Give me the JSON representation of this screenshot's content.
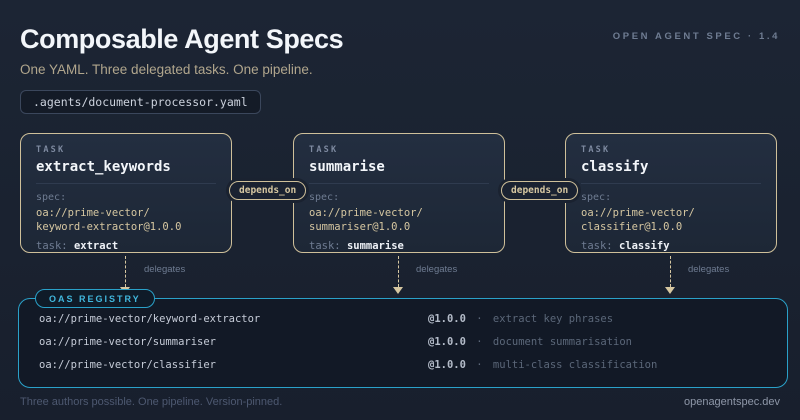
{
  "header": {
    "title": "Composable Agent Specs",
    "subtitle": "One YAML. Three delegated tasks. One pipeline.",
    "corner_badge": "OPEN AGENT SPEC · 1.4",
    "yaml_path": ".agents/document-processor.yaml"
  },
  "cards": [
    {
      "kicker": "TASK",
      "title": "extract_keywords",
      "spec_label": "spec:",
      "spec_line1": "oa://prime-vector/",
      "spec_line2": "keyword-extractor@1.0.0",
      "task_label": "task:",
      "task_value": "extract"
    },
    {
      "kicker": "TASK",
      "title": "summarise",
      "spec_label": "spec:",
      "spec_line1": "oa://prime-vector/",
      "spec_line2": "summariser@1.0.0",
      "task_label": "task:",
      "task_value": "summarise"
    },
    {
      "kicker": "TASK",
      "title": "classify",
      "spec_label": "spec:",
      "spec_line1": "oa://prime-vector/",
      "spec_line2": "classifier@1.0.0",
      "task_label": "task:",
      "task_value": "classify"
    }
  ],
  "connectors": {
    "depends_label": "depends_on",
    "delegates_label": "delegates"
  },
  "registry": {
    "tab": "OAS REGISTRY",
    "rows": [
      {
        "name": "oa://prime-vector/keyword-extractor",
        "version": "@1.0.0",
        "separator": "·",
        "description": "extract key phrases"
      },
      {
        "name": "oa://prime-vector/summariser",
        "version": "@1.0.0",
        "separator": "·",
        "description": "document summarisation"
      },
      {
        "name": "oa://prime-vector/classifier",
        "version": "@1.0.0",
        "separator": "·",
        "description": "multi-class classification"
      }
    ]
  },
  "footer": {
    "left": "Three authors possible. One pipeline. Version-pinned.",
    "right": "openagentspec.dev"
  },
  "colors": {
    "background": "#1a2230",
    "accent_tan": "#d6c7a1",
    "accent_cyan": "#2aa1c9",
    "card_border": "#cfc09a"
  }
}
